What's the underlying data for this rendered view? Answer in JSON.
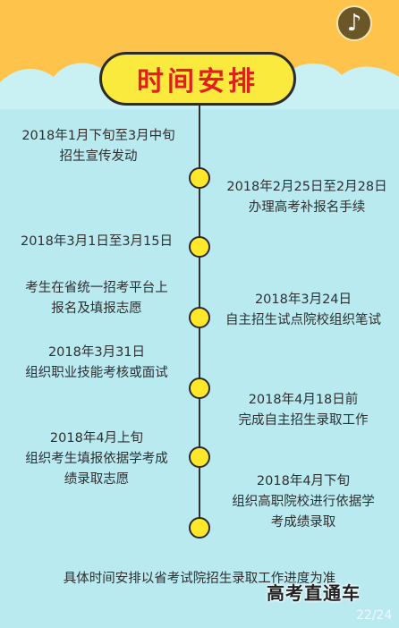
{
  "title": "时间安排",
  "music_icon": "♪",
  "events": [
    {
      "line1": "2018年1月下旬至3月中旬",
      "line2": "招生宣传发动"
    },
    {
      "line1": "2018年2月25日至2月28日",
      "line2": "办理高考补报名手续"
    },
    {
      "line1": "2018年3月1日至3月15日"
    },
    {
      "line1": "考生在省统一招考平台上",
      "line2": "报名及填报志愿"
    },
    {
      "line1": "2018年3月24日",
      "line2": "自主招生试点院校组织笔试"
    },
    {
      "line1": "2018年3月31日",
      "line2": "组织职业技能考核或面试"
    },
    {
      "line1": "2018年4月18日前",
      "line2": "完成自主招生录取工作"
    },
    {
      "line1": "2018年4月上旬",
      "line2": "组织考生填报依据学考成",
      "line3": "绩录取志愿"
    },
    {
      "line1": "2018年4月下旬",
      "line2": "组织高职院校进行依据学",
      "line3": "考成绩录取"
    }
  ],
  "footer_note": "具体时间安排以省考试院招生录取工作进度为准",
  "watermark": "高考直通车",
  "page_indicator": "22/24",
  "colors": {
    "top_band": "#fec34a",
    "sky": "#b8eaf0",
    "cloud": "#c9f1f4",
    "pill": "#f9ea3d",
    "title_text": "#e21e1e",
    "dot": "#ffe829"
  }
}
